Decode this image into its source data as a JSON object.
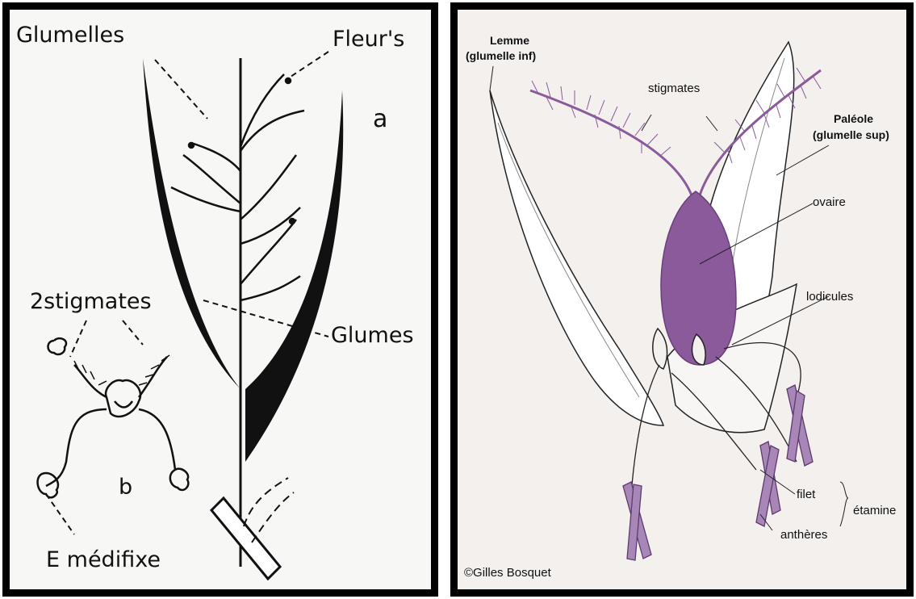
{
  "left_diagram": {
    "labels": {
      "glumelles": "Glumelles",
      "fleurs": "Fleur's",
      "a": "a",
      "stigmates": "2stigmates",
      "glumes": "Glumes",
      "b": "b",
      "emedifixe": "E médifixe"
    }
  },
  "right_diagram": {
    "labels": {
      "lemme_1": "Lemme",
      "lemme_2": "(glumelle inf)",
      "stigmates": "stigmates",
      "paleole_1": "Paléole",
      "paleole_2": "(glumelle sup)",
      "ovaire": "ovaire",
      "lodicules": "lodicules",
      "filet": "filet",
      "etamine": "étamine",
      "antheres": "anthères"
    },
    "credit": "©Gilles Bosquet"
  },
  "colors": {
    "purple": "#8a5a9a",
    "purple_light": "#a887b8",
    "ink": "#111111",
    "frame": "#000000"
  }
}
